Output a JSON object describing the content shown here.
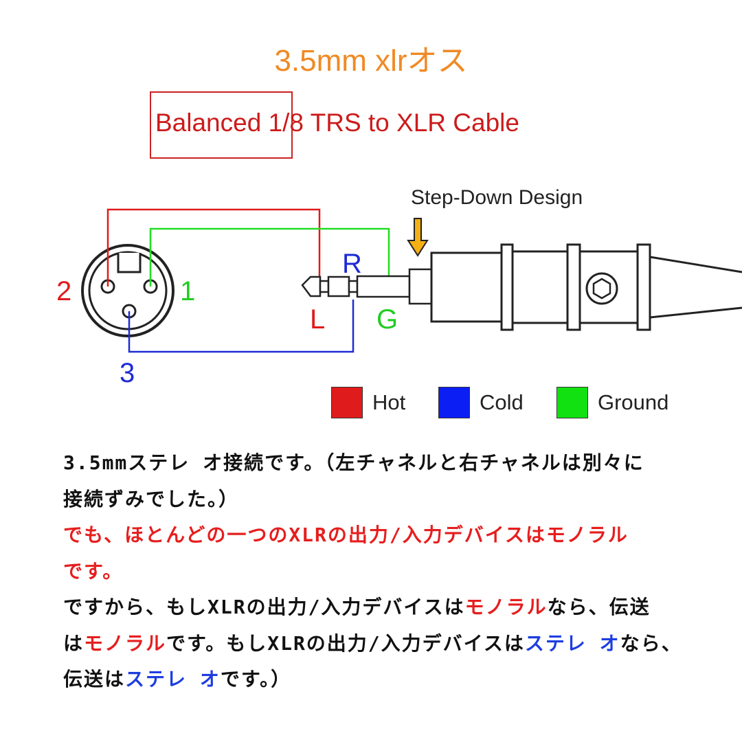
{
  "header": {
    "title_top": "3.5mm xlrオス",
    "title_balanced": "Balanced",
    "title_rest": " 1/8 TRS to XLR Cable"
  },
  "diagram": {
    "step_down_label": "Step-Down Design",
    "pin_2": "2",
    "pin_1": "1",
    "pin_3": "3",
    "plug_R": "R",
    "plug_L": "L",
    "plug_G": "G",
    "colors": {
      "hot": "#e01b1b",
      "cold": "#1e2bd6",
      "ground": "#22dd22",
      "arrow": "#f5b014"
    }
  },
  "legend": {
    "items": [
      {
        "label": "Hot",
        "color": "#e01b1b"
      },
      {
        "label": "Cold",
        "color": "#0b1ff5"
      },
      {
        "label": "Ground",
        "color": "#11e011"
      }
    ]
  },
  "notes": {
    "line1": "3.5mmステレ オ接続です。（左チャネルと右チャネルは別々に",
    "line2": "接続ずみでした。）",
    "line3": "でも、ほとんどの一つのXLRの出力/入力デバイスはモノラル",
    "line4": "です。",
    "line5_a": "ですから、もしXLRの出力/入力デバイスは",
    "line5_b": "モノラル",
    "line5_c": "なら、伝送",
    "line6_a": "は",
    "line6_b": "モノラル",
    "line6_c": "です。もしXLRの出力/入力デバイスは",
    "line6_d": "ステレ オ",
    "line6_e": "なら、",
    "line7_a": "伝送は",
    "line7_b": "ステレ オ",
    "line7_c": "です。）"
  }
}
